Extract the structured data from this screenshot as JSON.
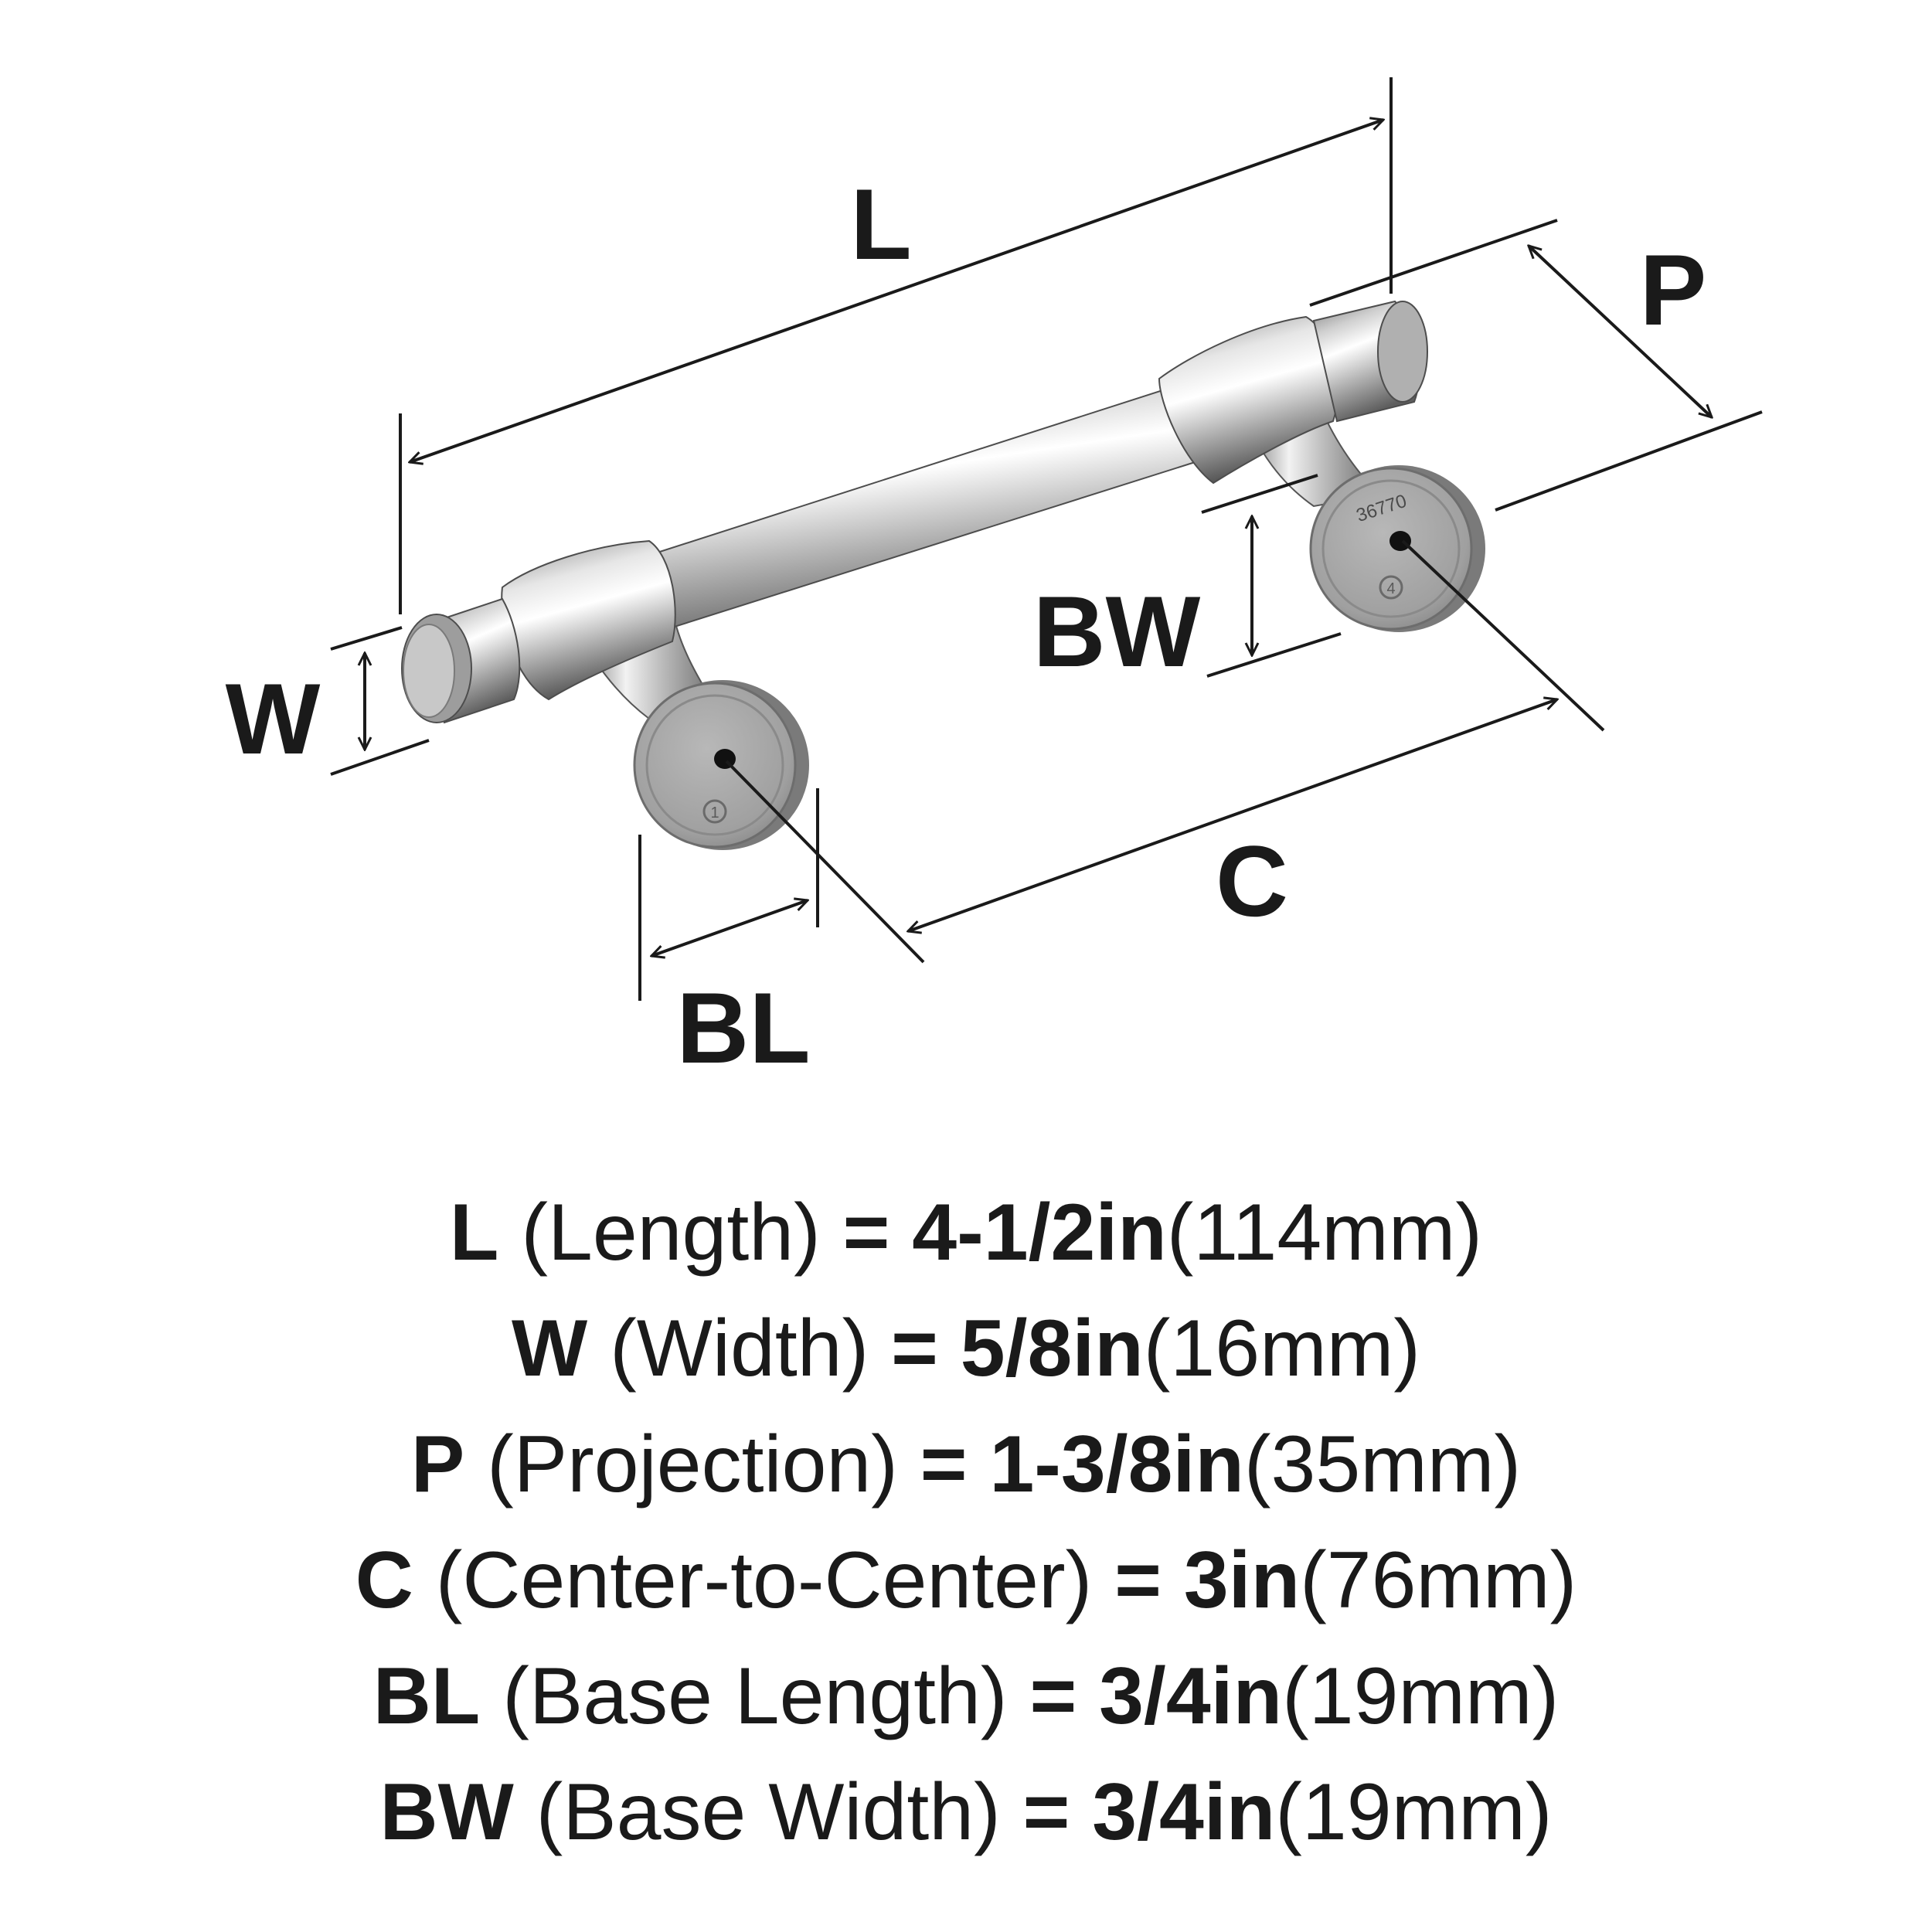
{
  "diagram": {
    "labels": {
      "length": "L",
      "projection": "P",
      "width": "W",
      "base_width": "BW",
      "center_to_center": "C",
      "base_length": "BL"
    },
    "part_number_mark": "36770",
    "post_marks": [
      "1",
      "4"
    ],
    "colors": {
      "ink": "#1a1a1a",
      "metal_light": "#f4f4f4",
      "metal_mid": "#bdbdbd",
      "metal_dark": "#6e6e6e",
      "base_face": "#9a9a9a"
    }
  },
  "specs": [
    {
      "code": "L",
      "name": "(Length)",
      "eq": "=",
      "imperial": "4-1/2in",
      "metric": "(114mm)"
    },
    {
      "code": "W",
      "name": "(Width)",
      "eq": "=",
      "imperial": "5/8in",
      "metric": "(16mm)"
    },
    {
      "code": "P",
      "name": "(Projection)",
      "eq": "=",
      "imperial": "1-3/8in",
      "metric": "(35mm)"
    },
    {
      "code": "C",
      "name": "(Center-to-Center)",
      "eq": "=",
      "imperial": "3in",
      "metric": "(76mm)"
    },
    {
      "code": "BL",
      "name": "(Base Length)",
      "eq": "=",
      "imperial": "3/4in",
      "metric": "(19mm)"
    },
    {
      "code": "BW",
      "name": "(Base Width)",
      "eq": "=",
      "imperial": "3/4in",
      "metric": "(19mm)"
    }
  ]
}
